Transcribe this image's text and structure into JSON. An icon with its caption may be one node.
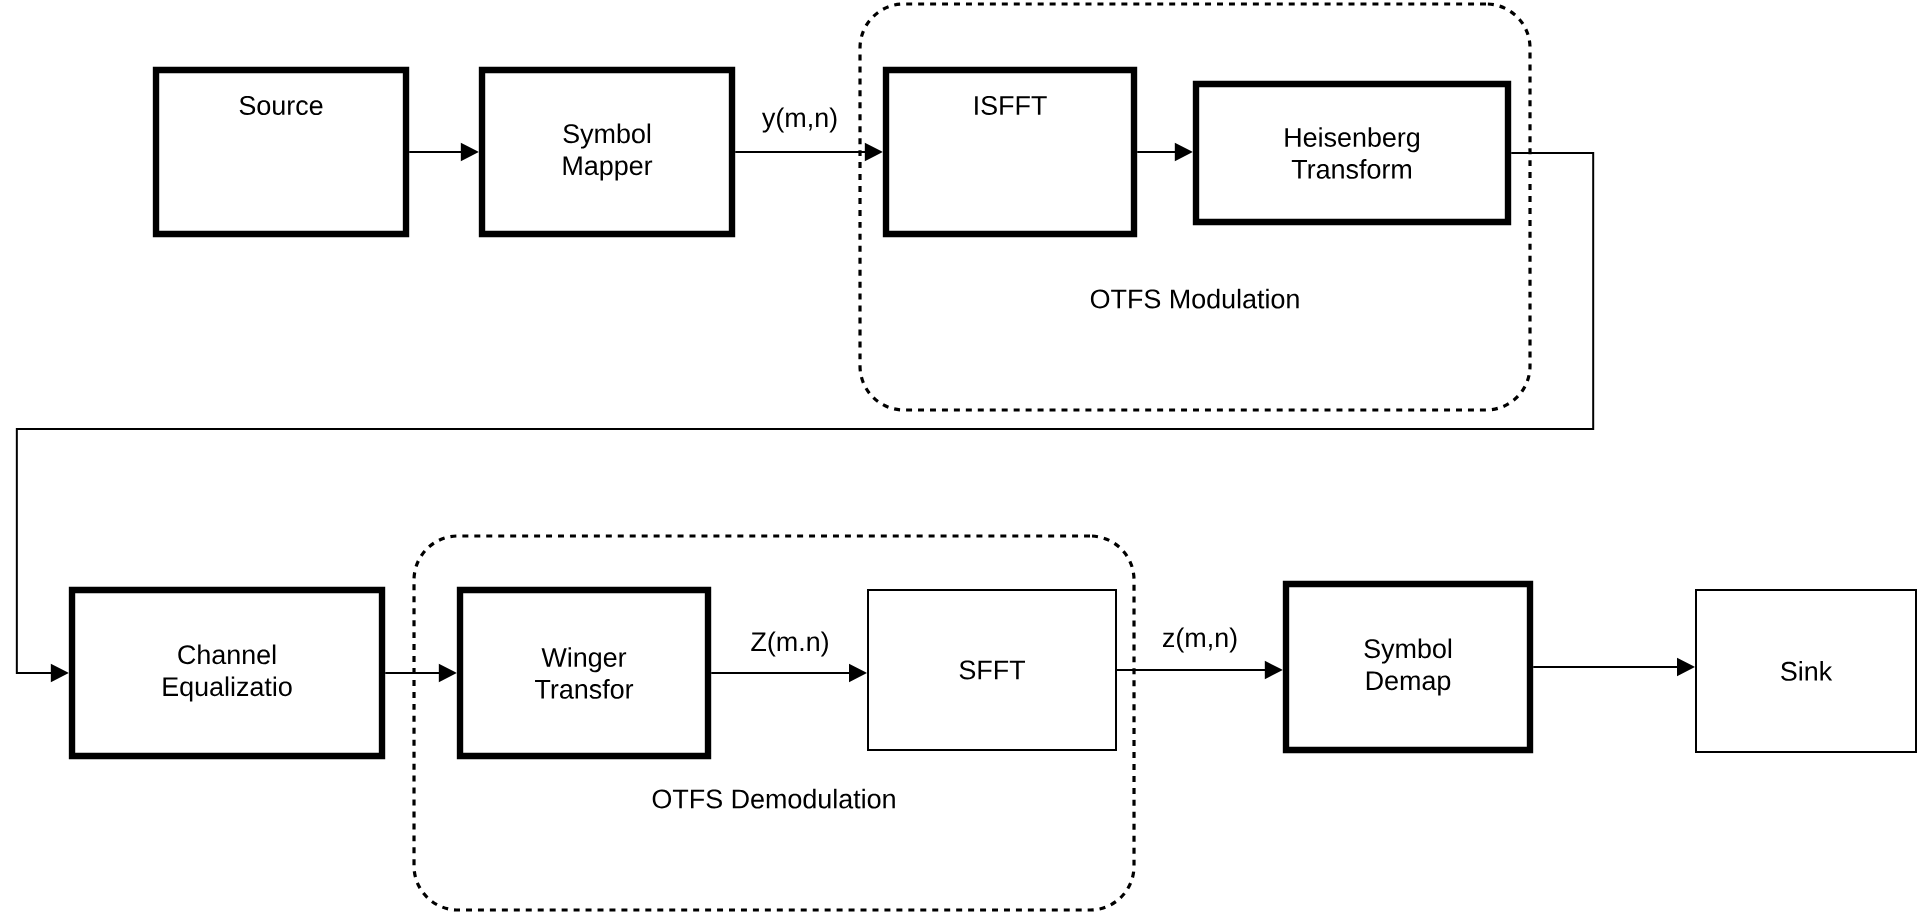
{
  "diagram": {
    "nodes": [
      {
        "text": [
          "Source"
        ]
      },
      {
        "text": [
          "Symbol Mapper"
        ]
      },
      {
        "text": [
          "OTFS Modulation"
        ]
      },
      {
        "text": [
          "ISFFT"
        ],
        "in": 2
      },
      {
        "text": [
          "Heisenberg Transform"
        ],
        "in": 2
      },
      {
        "text": [
          "Channel Equalizatio"
        ]
      },
      {
        "text": [
          "OTFS Demodulation"
        ]
      },
      {
        "text": [
          "Winger Transfor"
        ],
        "in": 6
      },
      {
        "text": [
          "SFFT"
        ],
        "in": 6
      },
      {
        "text": [
          "Symbol Demap"
        ]
      },
      {
        "text": [
          "Sink"
        ]
      }
    ],
    "edges": [
      {
        "from": 0,
        "to": 1,
        "arrow": "to"
      },
      {
        "from": 1,
        "to": 3,
        "arrow": "to",
        "label": "y(m,n)"
      },
      {
        "from": 3,
        "to": 4,
        "arrow": "to"
      },
      {
        "from": 4,
        "to": 5,
        "arrow": "to"
      },
      {
        "from": 5,
        "to": 7,
        "arrow": "to"
      },
      {
        "from": 7,
        "to": 8,
        "arrow": "to",
        "label": "Z(m.n)"
      },
      {
        "from": 8,
        "to": 9,
        "arrow": "to",
        "label": "z(m,n)"
      },
      {
        "from": 9,
        "to": 10,
        "arrow": "to"
      }
    ]
  }
}
